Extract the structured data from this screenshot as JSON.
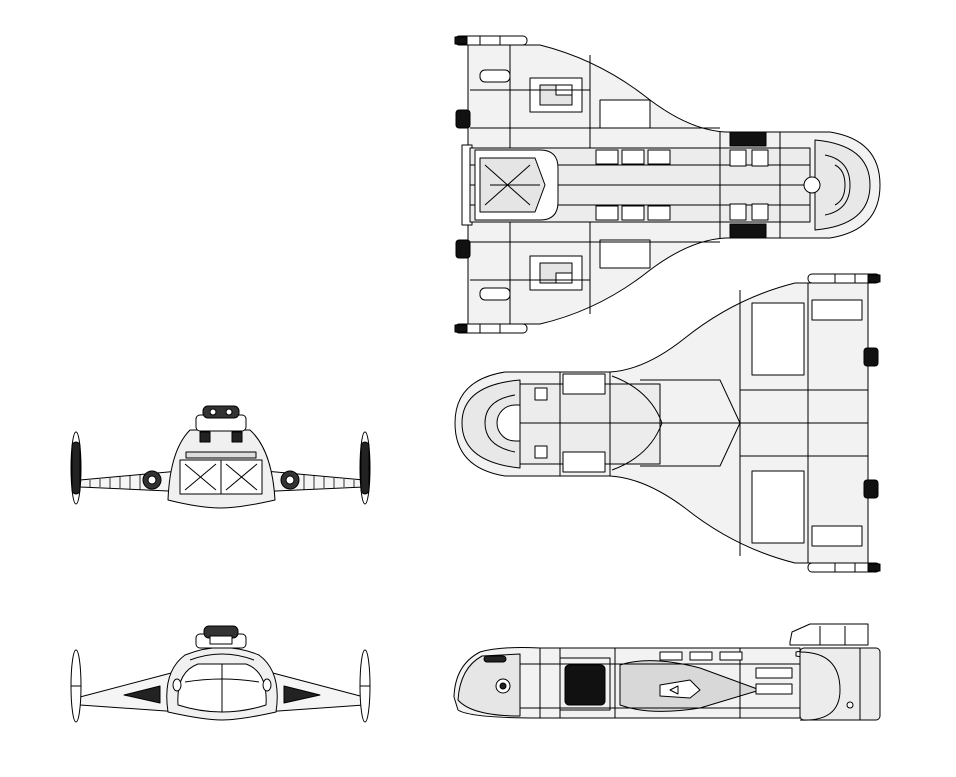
{
  "sheet": {
    "views": [
      {
        "id": "top-view"
      },
      {
        "id": "bottom-view"
      },
      {
        "id": "rear-view"
      },
      {
        "id": "front-view"
      },
      {
        "id": "side-view"
      }
    ]
  },
  "colors": {
    "background": "#ffffff",
    "line": "#000000",
    "panel_light": "#f2f2f2",
    "panel_mid": "#d8d8d8",
    "panel_dark": "#111111"
  }
}
